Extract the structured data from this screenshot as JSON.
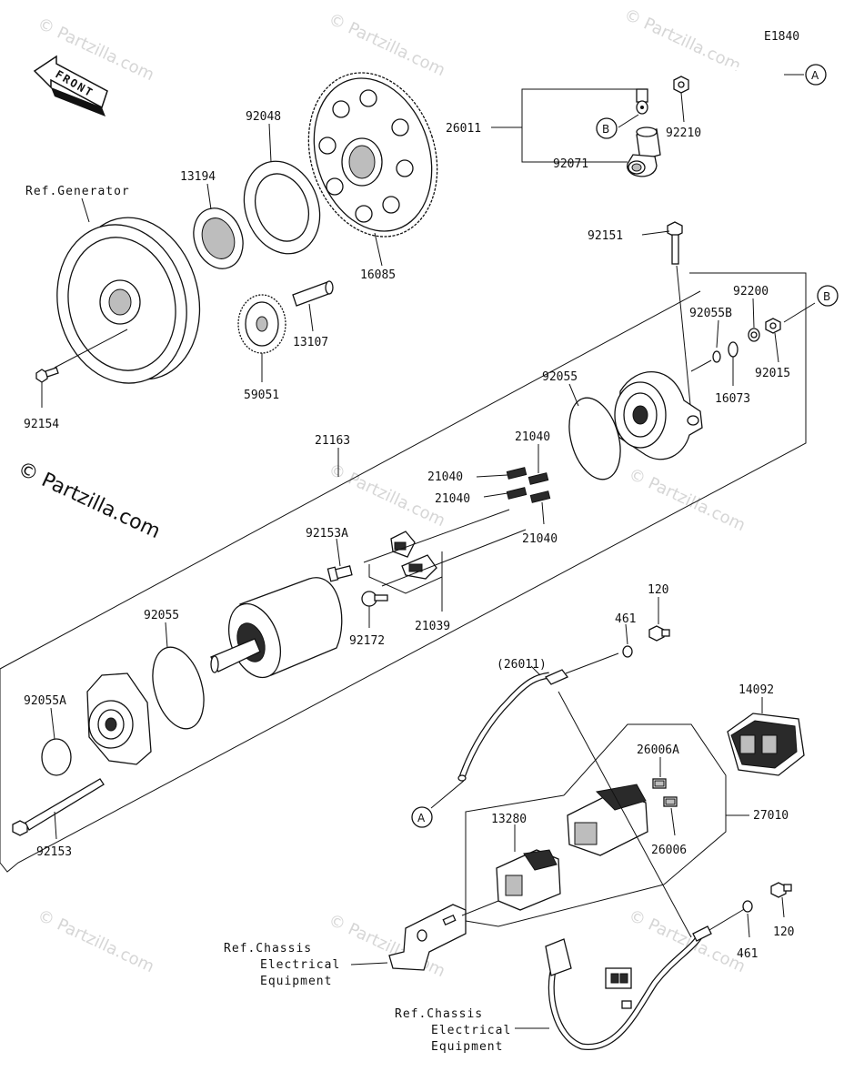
{
  "diagram_code": "E1840",
  "watermark": "© Partzilla.com",
  "copyright": "© Partzilla.com",
  "front_label": "FRONT",
  "callouts": {
    "A": "A",
    "B": "B"
  },
  "parts": {
    "p26011": "26011",
    "p26011_paren": "(26011)",
    "p92210": "92210",
    "p92071": "92071",
    "p92048": "92048",
    "p13194": "13194",
    "p16085": "16085",
    "p13107": "13107",
    "p59051": "59051",
    "p92154": "92154",
    "p92151": "92151",
    "p92200": "92200",
    "p92055B": "92055B",
    "p92055_top": "92055",
    "p92015": "92015",
    "p16073": "16073",
    "p21163": "21163",
    "p21040_a": "21040",
    "p21040_b": "21040",
    "p21040_c": "21040",
    "p21040_d": "21040",
    "p92153A": "92153A",
    "p92172": "92172",
    "p21039": "21039",
    "p92055_bottom": "92055",
    "p92055A": "92055A",
    "p92153": "92153",
    "p461_top": "461",
    "p120_top": "120",
    "p14092": "14092",
    "p26006A": "26006A",
    "p27010": "27010",
    "p26006": "26006",
    "p13280": "13280",
    "p461_bottom": "461",
    "p120_bottom": "120"
  },
  "refs": {
    "generator": "Ref.Generator",
    "chassis1_line1": "Ref.Chassis",
    "chassis1_line2": "Electrical",
    "chassis1_line3": "Equipment",
    "chassis2_line1": "Ref.Chassis",
    "chassis2_line2": "Electrical",
    "chassis2_line3": "Equipment"
  }
}
